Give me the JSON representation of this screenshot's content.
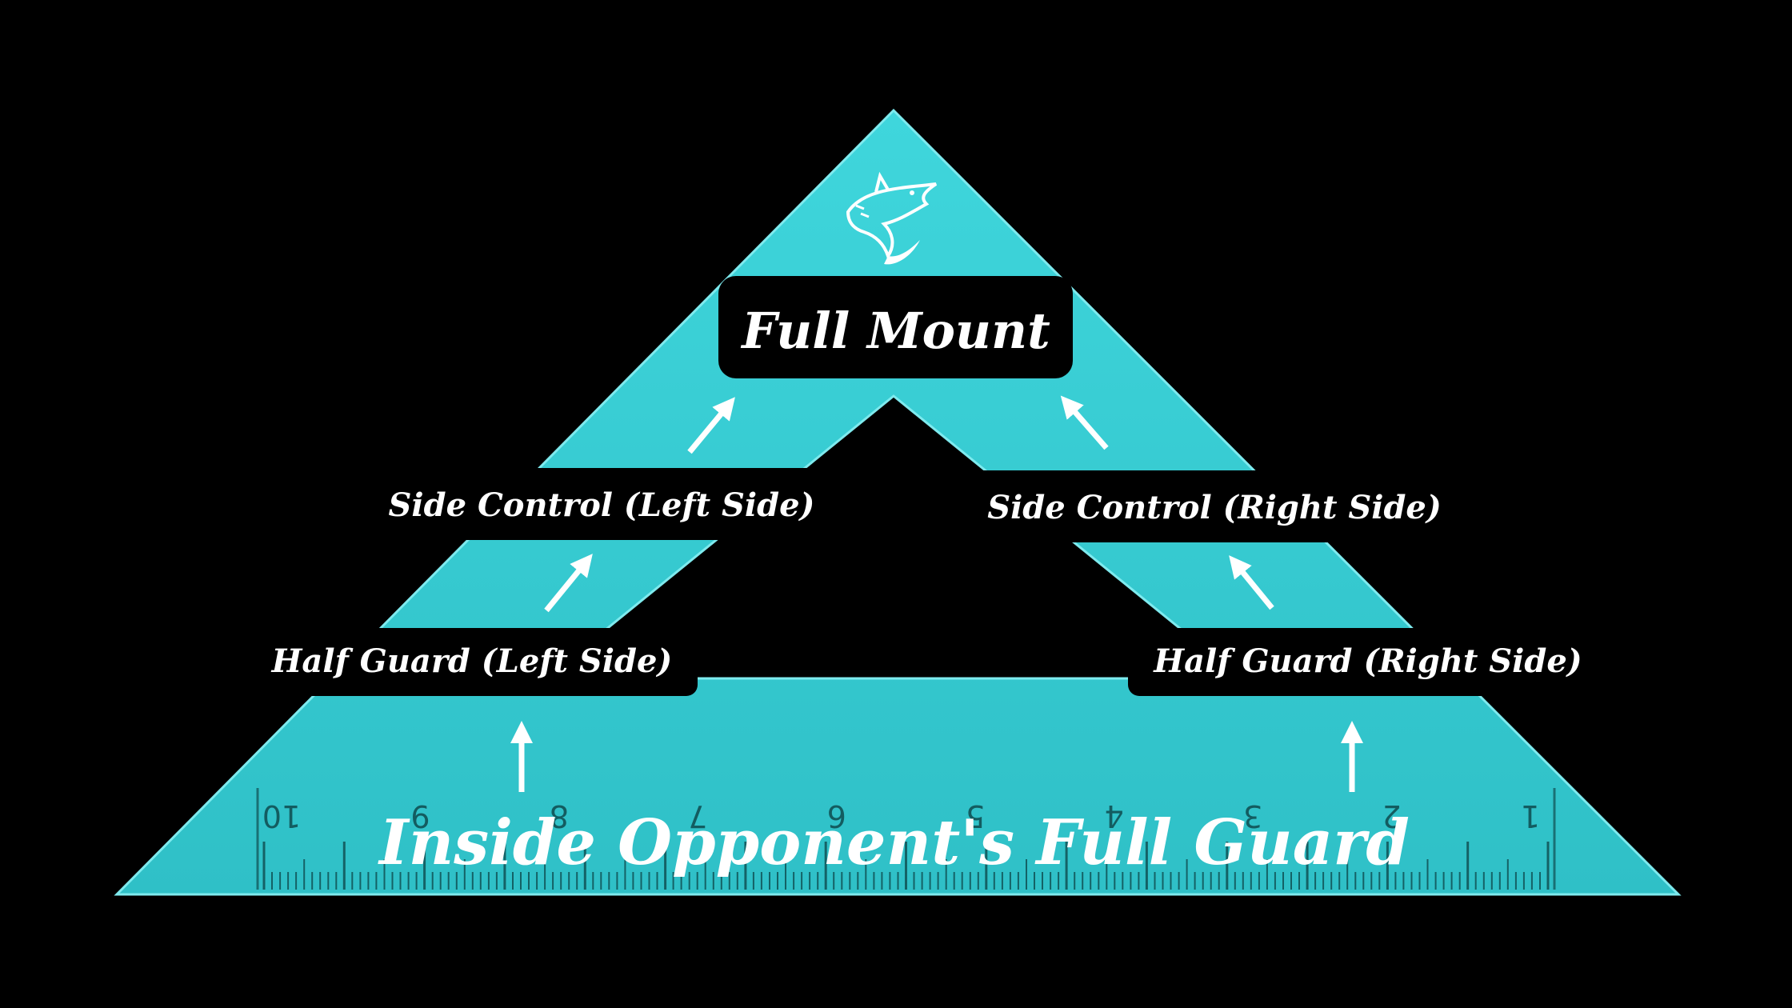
{
  "colors": {
    "background": "#000000",
    "triangle": "#3fd3d9",
    "label_box": "#000000",
    "text": "#ffffff",
    "ruler_marks": "#0a3a3d"
  },
  "logo": {
    "icon": "shark-logo-icon"
  },
  "nodes": {
    "top": "Full Mount",
    "mid_left": "Side Control (Left Side)",
    "mid_right": "Side Control (Right Side)",
    "low_left": "Half Guard (Left Side)",
    "low_right": "Half Guard (Right Side)",
    "base": "Inside Opponent's Full Guard"
  },
  "arrows": {
    "icon": "arrow-up-icon"
  },
  "ruler": {
    "numbers": [
      "10",
      "9",
      "8",
      "7",
      "6",
      "5",
      "4",
      "3",
      "2",
      "1"
    ]
  }
}
